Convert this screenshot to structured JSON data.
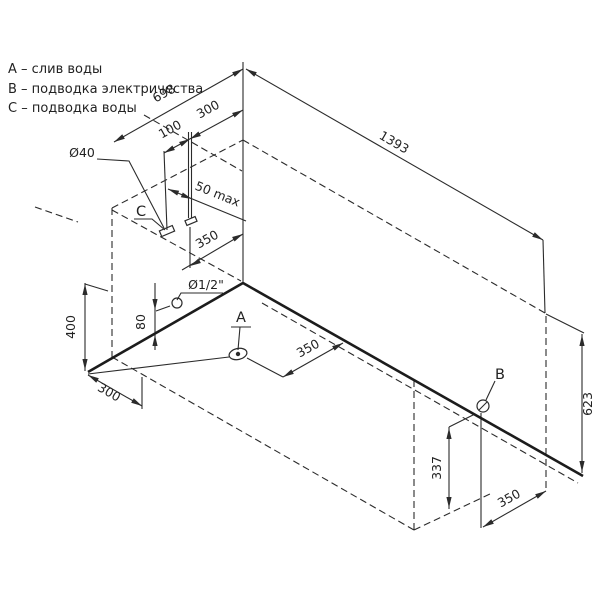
{
  "legend": {
    "a": "A – слив воды",
    "b": "B – подводка электричества",
    "c": "C – подводка воды"
  },
  "markers": {
    "a": "A",
    "b": "B",
    "c": "C"
  },
  "dims": {
    "wall_left_698": "698",
    "offset_300": "300",
    "spacing_100": "100",
    "max_50": "50 max",
    "drain_dia_40": "Ø40",
    "supply_350": "350",
    "wall_right_1393": "1393",
    "height_400": "400",
    "height_80": "80",
    "thread_half_inch": "Ø1/2\"",
    "drain_350": "350",
    "corner_300": "300",
    "height_623": "623",
    "height_337": "337",
    "b_offset_350": "350"
  },
  "colors": {
    "line": "#2b2b2b",
    "background": "#ffffff"
  }
}
